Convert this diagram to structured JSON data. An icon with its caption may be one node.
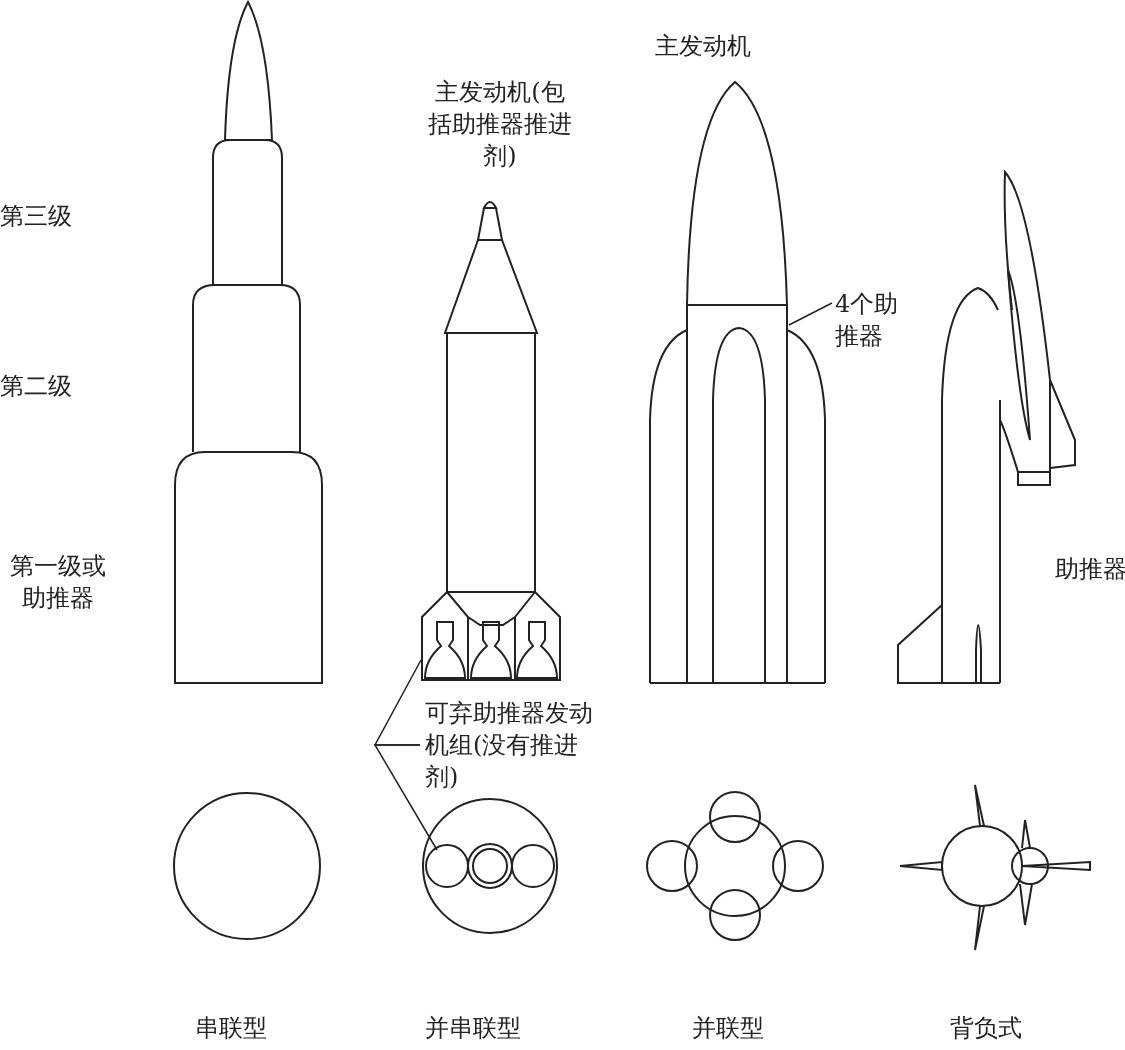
{
  "diagram": {
    "nodes": [
      {
        "text": [
          "可弃助推器发动机组(没有推进剂)"
        ]
      },
      {
        "text": [],
        "shape": "picture"
      },
      {
        "text": [],
        "shape": "circle"
      },
      {
        "text": [
          "4个助推器"
        ]
      },
      {
        "text": [],
        "shape": "picture"
      }
    ],
    "edges": [
      {
        "from": 0,
        "to": 1,
        "arrow": "none"
      },
      {
        "from": 0,
        "to": 2,
        "arrow": "none"
      },
      {
        "from": 3,
        "to": 4,
        "arrow": "none"
      }
    ],
    "labels": [
      "主发动机",
      "主发动机(包括助推器推进剂)",
      "第三级",
      "第二级",
      "第一级或助推器",
      "助推器",
      "串联型",
      "并串联型",
      "并联型",
      "背负式"
    ]
  }
}
